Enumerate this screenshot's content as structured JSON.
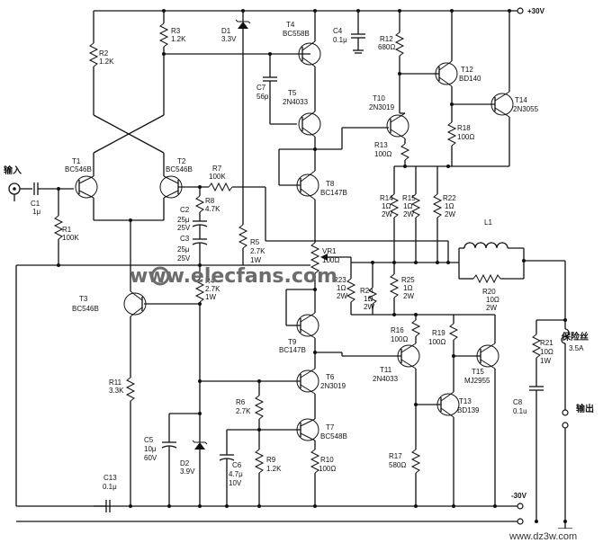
{
  "rails": {
    "pos": "+30V",
    "neg": "-30V"
  },
  "io": {
    "input": "输入",
    "output": "输出",
    "fuse": "保险丝",
    "fuse_rating": "3.5A"
  },
  "watermark": {
    "site": "www.elecfans.com",
    "corner": "www.dz3w.com"
  },
  "parts": {
    "R1": [
      "R1",
      "100K"
    ],
    "R2": [
      "R2",
      "1.2K"
    ],
    "R3": [
      "R3",
      "1.2K"
    ],
    "R4": [
      "R4",
      "2.7K",
      "1W"
    ],
    "R5": [
      "R5",
      "2.7K",
      "1W"
    ],
    "R6": [
      "R6",
      "2.7K"
    ],
    "R7": [
      "R7",
      "100K"
    ],
    "R8": [
      "R8",
      "4.7K"
    ],
    "R9": [
      "R9",
      "1.2K"
    ],
    "R10": [
      "R10",
      "100Ω"
    ],
    "R11": [
      "R11",
      "3.3K"
    ],
    "R12": [
      "R12",
      "680Ω"
    ],
    "R13": [
      "R13",
      "100Ω"
    ],
    "R14": [
      "R14",
      "1Ω",
      "2W"
    ],
    "R15": [
      "R15",
      "1Ω",
      "2W"
    ],
    "R16": [
      "R16",
      "100Ω"
    ],
    "R17": [
      "R17",
      "580Ω"
    ],
    "R18": [
      "R18",
      "100Ω"
    ],
    "R19": [
      "R19",
      "100Ω"
    ],
    "R20": [
      "R20",
      "10Ω",
      "2W"
    ],
    "R21": [
      "R21",
      "10Ω",
      "1W"
    ],
    "R22": [
      "R22",
      "1Ω",
      "2W"
    ],
    "R23": [
      "R23",
      "1Ω",
      "2W"
    ],
    "R24": [
      "R24",
      "1Ω",
      "2W"
    ],
    "R25": [
      "R25",
      "1Ω",
      "2W"
    ],
    "VR1": [
      "VR1",
      "100Ω"
    ],
    "C1": [
      "C1",
      "1μ"
    ],
    "C2": [
      "C2",
      "25μ",
      "25V"
    ],
    "C3": [
      "C3",
      "25μ",
      "25V"
    ],
    "C4": [
      "C4",
      "0.1μ"
    ],
    "C5": [
      "C5",
      "10μ",
      "60V"
    ],
    "C6": [
      "C6",
      "4.7μ",
      "10V"
    ],
    "C7": [
      "C7",
      "56p"
    ],
    "C8": [
      "C8",
      "0.1u"
    ],
    "C13": [
      "C13",
      "0.1μ"
    ],
    "D1": [
      "D1",
      "3.3V"
    ],
    "D2": [
      "D2",
      "3.9V"
    ],
    "L1": [
      "L1"
    ],
    "T1": [
      "T1",
      "BC546B"
    ],
    "T2": [
      "T2",
      "BC546B"
    ],
    "T3": [
      "T3",
      "BC546B"
    ],
    "T4": [
      "T4",
      "BC558B"
    ],
    "T5": [
      "T5",
      "2N4033"
    ],
    "T6": [
      "T6",
      "2N3019"
    ],
    "T7": [
      "T7",
      "BC548B"
    ],
    "T8": [
      "T8",
      "BC147B"
    ],
    "T9": [
      "T9",
      "BC147B"
    ],
    "T10": [
      "T10",
      "2N3019"
    ],
    "T11": [
      "T11",
      "2N4033"
    ],
    "T12": [
      "T12",
      "BD140"
    ],
    "T13": [
      "T13",
      "BD139"
    ],
    "T14": [
      "T14",
      "2N3055"
    ],
    "T15": [
      "T15",
      "MJ2955"
    ]
  }
}
